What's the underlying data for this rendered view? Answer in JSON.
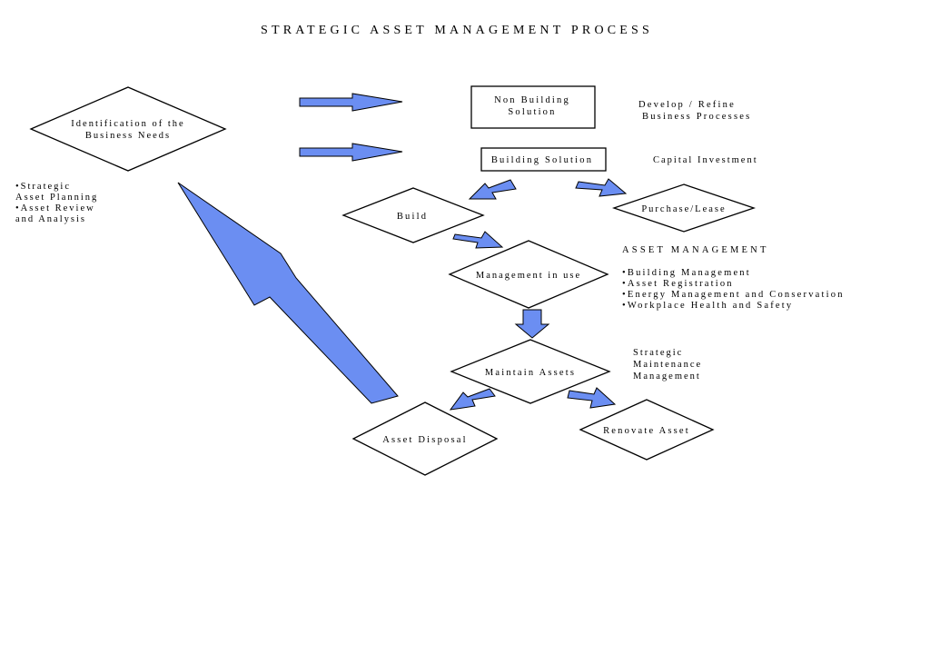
{
  "title": "STRATEGIC ASSET MANAGEMENT PROCESS",
  "colors": {
    "arrow_fill": "#6b8ef2",
    "stroke": "#000000",
    "background": "#ffffff"
  },
  "nodes": {
    "business_needs": {
      "shape": "diamond",
      "lines": [
        "Identification of the",
        "Business Needs"
      ]
    },
    "non_building": {
      "shape": "rectangle",
      "lines": [
        "Non Building",
        "Solution"
      ]
    },
    "building_solution": {
      "shape": "rectangle",
      "lines": [
        "Building Solution"
      ]
    },
    "build": {
      "shape": "diamond",
      "lines": [
        "Build"
      ]
    },
    "purchase_lease": {
      "shape": "diamond",
      "lines": [
        "Purchase/Lease"
      ]
    },
    "management_in_use": {
      "shape": "diamond",
      "lines": [
        "Management in use"
      ]
    },
    "maintain_assets": {
      "shape": "diamond",
      "lines": [
        "Maintain Assets"
      ]
    },
    "asset_disposal": {
      "shape": "diamond",
      "lines": [
        "Asset Disposal"
      ]
    },
    "renovate_asset": {
      "shape": "diamond",
      "lines": [
        "Renovate Asset"
      ]
    }
  },
  "notes": {
    "strategic_planning": [
      "•Strategic",
      "Asset Planning",
      "•Asset Review",
      "and Analysis"
    ],
    "develop_refine": [
      "Develop / Refine",
      "Business Processes"
    ],
    "capital_investment": [
      "Capital Investment"
    ],
    "asset_management_heading": "ASSET MANAGEMENT",
    "asset_management_items": [
      "•Building Management",
      "•Asset Registration",
      "•Energy Management and Conservation",
      "•Workplace Health and Safety"
    ],
    "strategic_maintenance": [
      "Strategic",
      "Maintenance",
      "Management"
    ]
  },
  "arrow_icons": [
    "right-arrow-icon",
    "right-arrow-icon",
    "down-left-arrow-icon",
    "down-right-arrow-icon",
    "down-right-arrow-icon",
    "down-arrow-icon",
    "down-left-arrow-icon",
    "down-right-arrow-icon",
    "up-left-arrow-icon"
  ]
}
